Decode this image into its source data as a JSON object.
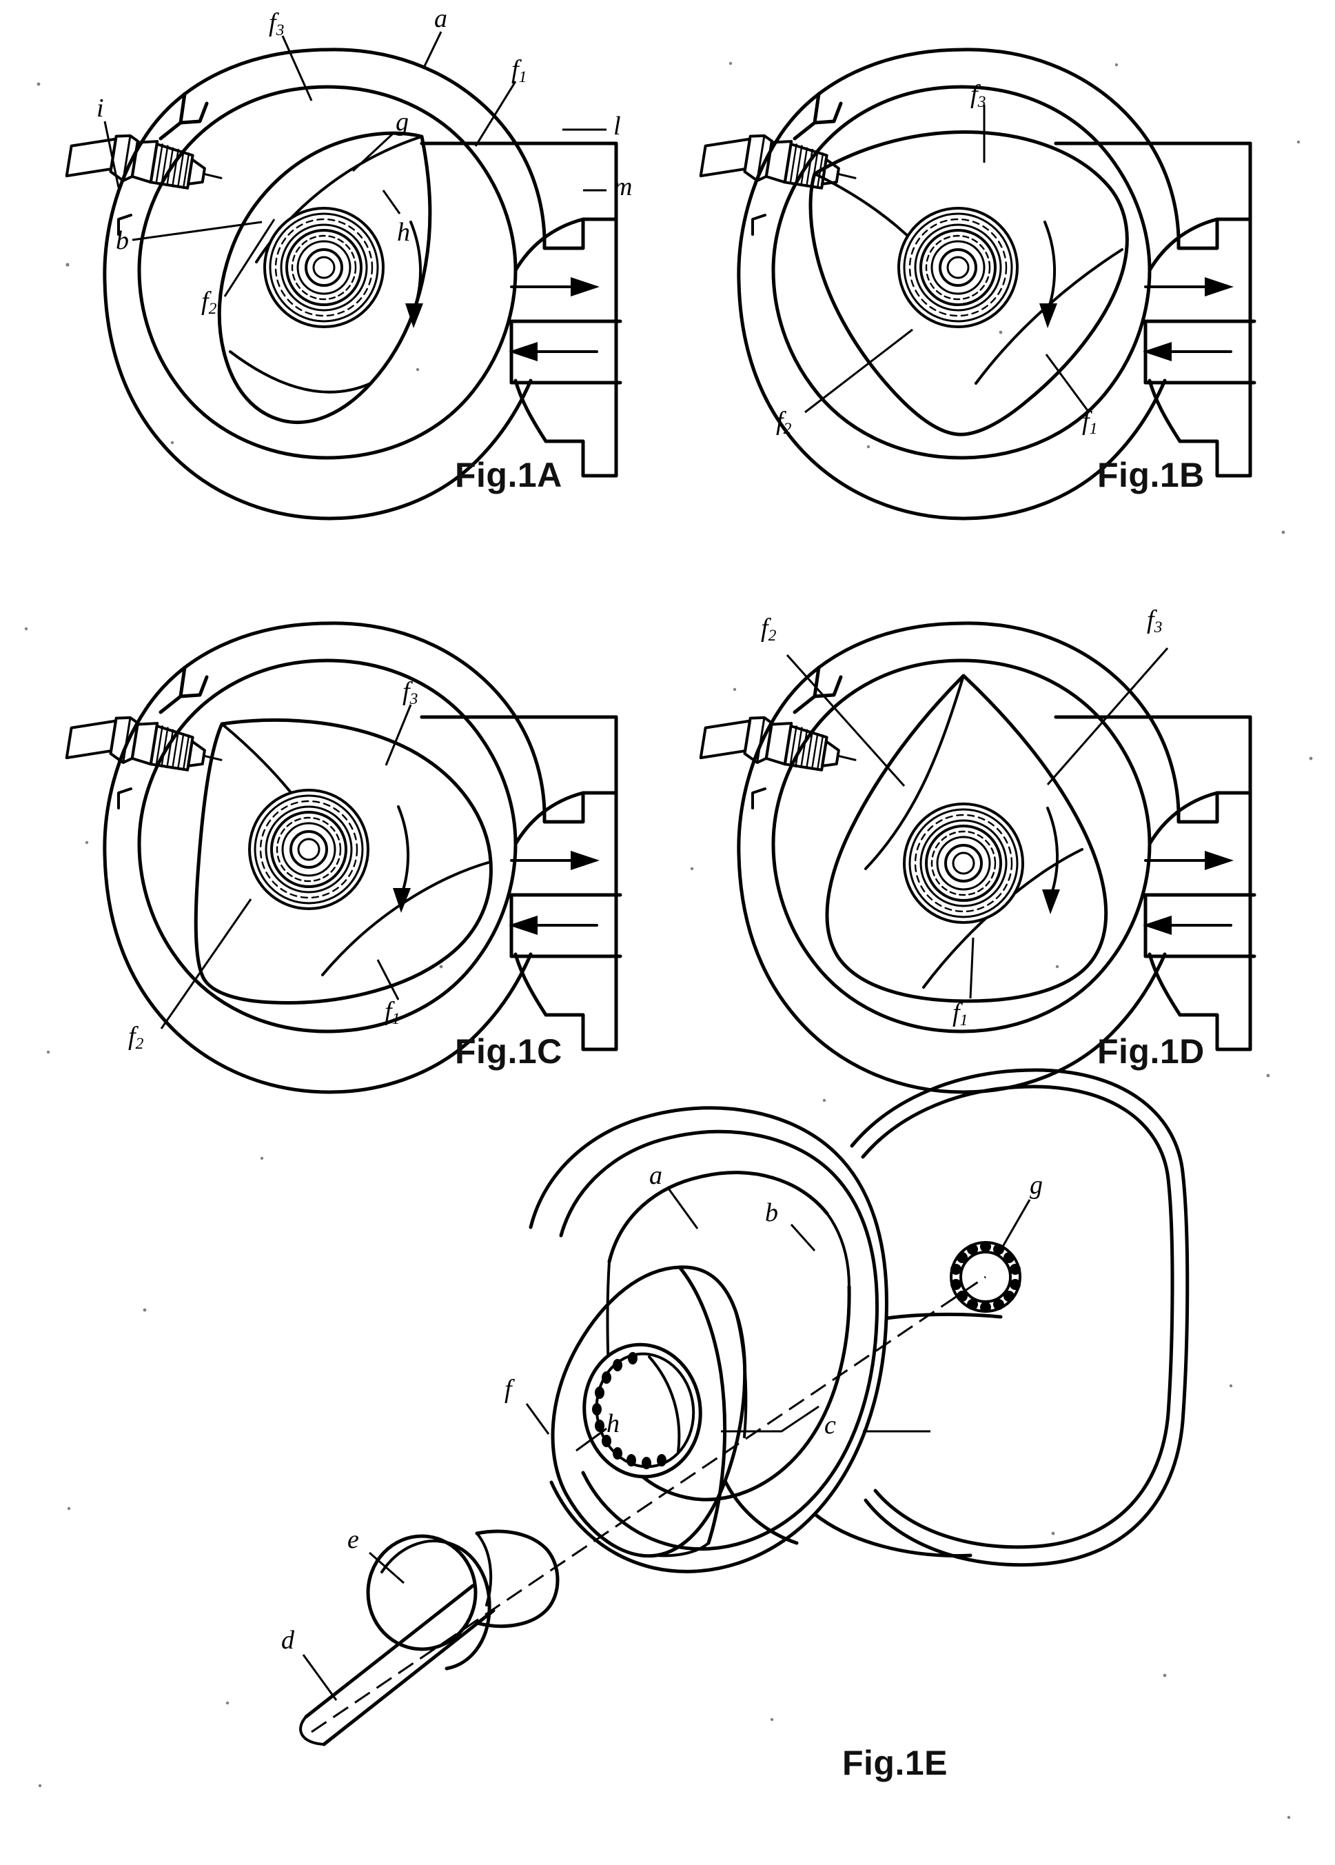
{
  "document": {
    "kind": "patent-drawing",
    "subject": "Rotary (Wankel) internal combustion engine — operating cycle and exploded perspective"
  },
  "figures": [
    {
      "id": "fig-1a",
      "caption": "Fig.1A",
      "type": "cross-section",
      "labels": [
        {
          "key": "f3",
          "text": "f",
          "sub": "3",
          "meaning": "rotor-flank-3"
        },
        {
          "key": "a",
          "text": "a",
          "sub": "",
          "meaning": "housing"
        },
        {
          "key": "f1",
          "text": "f",
          "sub": "1",
          "meaning": "rotor-flank-1"
        },
        {
          "key": "i",
          "text": "i",
          "sub": "",
          "meaning": "spark-plug"
        },
        {
          "key": "g",
          "text": "g",
          "sub": "",
          "meaning": "stationary-gear"
        },
        {
          "key": "l",
          "text": "l",
          "sub": "",
          "meaning": "exhaust-port"
        },
        {
          "key": "m",
          "text": "m",
          "sub": "",
          "meaning": "intake-port"
        },
        {
          "key": "h",
          "text": "h",
          "sub": "",
          "meaning": "main-bearing"
        },
        {
          "key": "b",
          "text": "b",
          "sub": "",
          "meaning": "working-chamber"
        },
        {
          "key": "f2",
          "text": "f",
          "sub": "2",
          "meaning": "rotor-flank-2"
        }
      ]
    },
    {
      "id": "fig-1b",
      "caption": "Fig.1B",
      "type": "cross-section",
      "labels": [
        {
          "key": "f3",
          "text": "f",
          "sub": "3",
          "meaning": "rotor-flank-3"
        },
        {
          "key": "f2",
          "text": "f",
          "sub": "2",
          "meaning": "rotor-flank-2"
        },
        {
          "key": "f1",
          "text": "f",
          "sub": "1",
          "meaning": "rotor-flank-1"
        }
      ]
    },
    {
      "id": "fig-1c",
      "caption": "Fig.1C",
      "type": "cross-section",
      "labels": [
        {
          "key": "f3",
          "text": "f",
          "sub": "3",
          "meaning": "rotor-flank-3"
        },
        {
          "key": "f2",
          "text": "f",
          "sub": "2",
          "meaning": "rotor-flank-2"
        },
        {
          "key": "f1",
          "text": "f",
          "sub": "1",
          "meaning": "rotor-flank-1"
        }
      ]
    },
    {
      "id": "fig-1d",
      "caption": "Fig.1D",
      "type": "cross-section",
      "labels": [
        {
          "key": "f2",
          "text": "f",
          "sub": "2",
          "meaning": "rotor-flank-2"
        },
        {
          "key": "f3",
          "text": "f",
          "sub": "3",
          "meaning": "rotor-flank-3"
        },
        {
          "key": "f1",
          "text": "f",
          "sub": "1",
          "meaning": "rotor-flank-1"
        }
      ]
    },
    {
      "id": "fig-1e",
      "caption": "Fig.1E",
      "type": "perspective-exploded",
      "labels": [
        {
          "key": "a",
          "text": "a",
          "sub": "",
          "meaning": "housing"
        },
        {
          "key": "g",
          "text": "g",
          "sub": "",
          "meaning": "stationary-gear"
        },
        {
          "key": "b",
          "text": "b",
          "sub": "",
          "meaning": "working-chamber"
        },
        {
          "key": "c",
          "text": "c",
          "sub": "",
          "meaning": "shaft-axis"
        },
        {
          "key": "f",
          "text": "f",
          "sub": "",
          "meaning": "rotor"
        },
        {
          "key": "h",
          "text": "h",
          "sub": "",
          "meaning": "rotor-bearing"
        },
        {
          "key": "e",
          "text": "e",
          "sub": "",
          "meaning": "eccentric"
        },
        {
          "key": "d",
          "text": "d",
          "sub": "",
          "meaning": "eccentric-shaft"
        }
      ]
    }
  ],
  "colors": {
    "ink": "#000000",
    "paper": "#ffffff"
  }
}
